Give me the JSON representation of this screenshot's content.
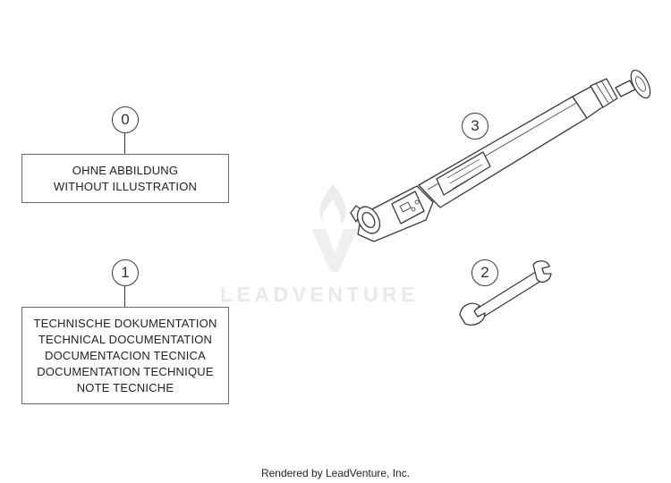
{
  "callouts": {
    "c0": "0",
    "c1": "1",
    "c2": "2",
    "c3": "3"
  },
  "notes": {
    "no_illustration": [
      "OHNE ABBILDUNG",
      "WITHOUT ILLUSTRATION"
    ],
    "documentation": [
      "TECHNISCHE DOKUMENTATION",
      "TECHNICAL DOCUMENTATION",
      "DOCUMENTACION TECNICA",
      "DOCUMENTATION TECHNIQUE",
      "NOTE TECNICHE"
    ]
  },
  "watermark": "LEADVENTURE",
  "footer": "Rendered by LeadVenture, Inc.",
  "colors": {
    "line": "#3a3a3a",
    "watermark": "#e9e9e9"
  }
}
